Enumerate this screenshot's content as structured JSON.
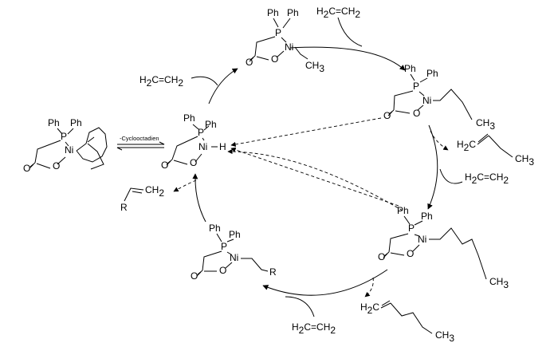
{
  "labels": {
    "ph": "Ph",
    "p": "P",
    "ni": "Ni",
    "o": "O",
    "h": "H",
    "ch3": "CH",
    "sub3": "3",
    "r": "R",
    "ethylene_h2c": "H",
    "sub2": "2",
    "ethylene_ch2": "C=CH",
    "cod_loss": "-Cyclooctadien"
  },
  "colors": {
    "ink": "#000000",
    "background": "#ffffff"
  }
}
